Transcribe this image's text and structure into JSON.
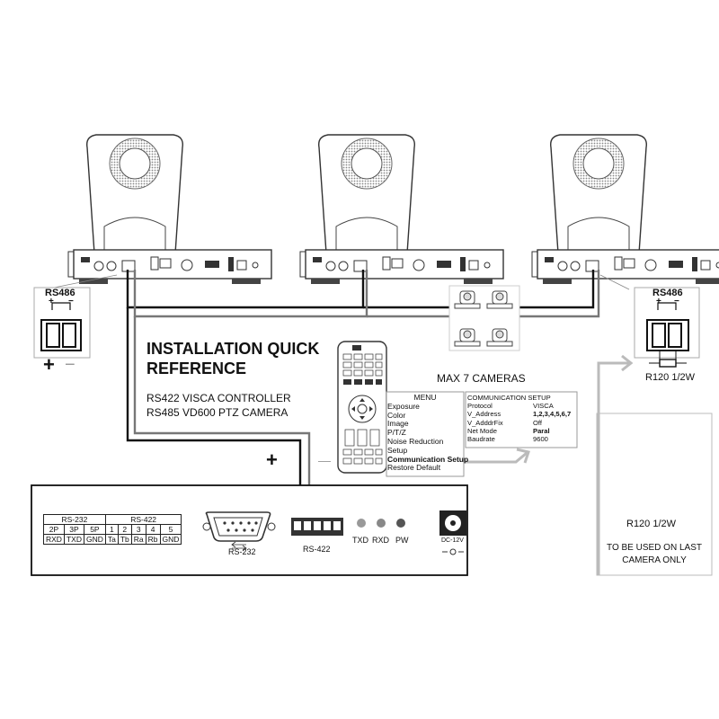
{
  "title_line1": "INSTALLATION QUICK",
  "title_line2": "REFERENCE",
  "subtitle_line1": "RS422 VISCA CONTROLLER",
  "subtitle_line2": "RS485 VD600 PTZ CAMERA",
  "max_cameras": "MAX 7 CAMERAS",
  "rs486_left": {
    "label": "RS486",
    "plus": "+",
    "minus": "−",
    "polarity_plus": "+",
    "polarity_minus": "−"
  },
  "rs486_right": {
    "label": "RS486",
    "plus": "+",
    "minus": "−",
    "resistor": "R120 1/2W"
  },
  "bottom_note": {
    "resistor": "R120 1/2W",
    "line1": "TO BE USED ON LAST",
    "line2": "CAMERA ONLY"
  },
  "cable_plus": "+",
  "cable_minus": "—",
  "menu": {
    "heading": "MENU",
    "items": [
      "Exposure",
      "Color",
      "Image",
      "P/T/Z",
      "Noise Reduction",
      "Setup",
      "Communication Setup",
      "Restore Default"
    ],
    "highlighted": "Communication Setup"
  },
  "comm_setup": {
    "heading": "COMMUNICATION SETUP",
    "rows": [
      {
        "key": "Protocol",
        "value": "VISCA"
      },
      {
        "key": "V_Address",
        "value": "1,2,3,4,5,6,7"
      },
      {
        "key": "V_AdddrFix",
        "value": "Off"
      },
      {
        "key": "Net Mode",
        "value": "Paral"
      },
      {
        "key": "Baudrate",
        "value": "9600"
      }
    ]
  },
  "pin_table": {
    "group_232": "RS-232",
    "group_422": "RS-422",
    "pins": [
      "2P",
      "3P",
      "5P",
      "1",
      "2",
      "3",
      "4",
      "5"
    ],
    "signals": [
      "RXD",
      "TXD",
      "GND",
      "Ta",
      "Tb",
      "Ra",
      "Rb",
      "GND"
    ]
  },
  "controller": {
    "rs232_label": "RS-232",
    "rs422_label": "RS-422",
    "led_labels": [
      "TXD",
      "RXD",
      "PW"
    ],
    "dc_label": "DC-12V"
  }
}
